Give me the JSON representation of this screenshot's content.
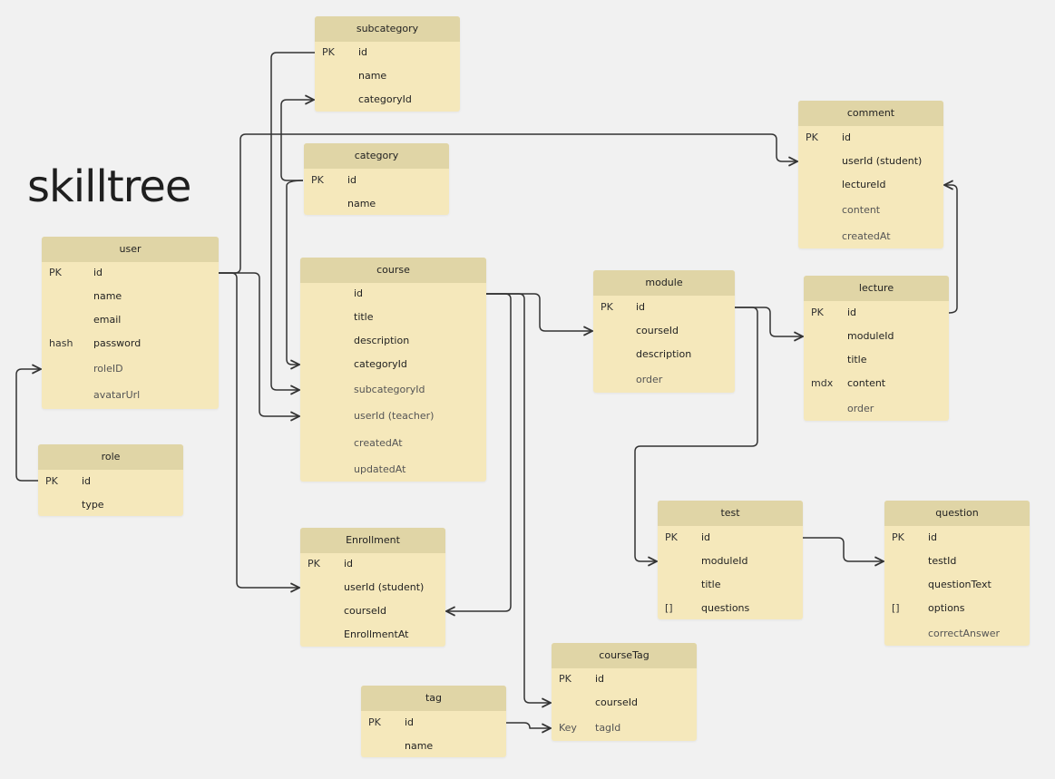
{
  "diagram": {
    "title": "skilltree",
    "line_color": "#333333",
    "header_color": "#e0d5a6",
    "body_color": "#f5e8bb"
  },
  "entities": {
    "subcategory": {
      "name": "subcategory",
      "fields": [
        {
          "key": "PK",
          "name": "id"
        },
        {
          "key": "",
          "name": "name"
        },
        {
          "key": "",
          "name": "categoryId"
        }
      ]
    },
    "category": {
      "name": "category",
      "fields": [
        {
          "key": "PK",
          "name": "id"
        },
        {
          "key": "",
          "name": "name"
        }
      ]
    },
    "user": {
      "name": "user",
      "fields": [
        {
          "key": "PK",
          "name": "id"
        },
        {
          "key": "",
          "name": "name"
        },
        {
          "key": "",
          "name": "email"
        },
        {
          "key": "hash",
          "name": "password"
        },
        {
          "key": "",
          "name": "roleID"
        },
        {
          "key": "",
          "name": "avatarUrl"
        }
      ]
    },
    "role": {
      "name": "role",
      "fields": [
        {
          "key": "PK",
          "name": "id"
        },
        {
          "key": "",
          "name": "type"
        }
      ]
    },
    "course": {
      "name": "course",
      "fields": [
        {
          "key": "",
          "name": "id"
        },
        {
          "key": "",
          "name": "title"
        },
        {
          "key": "",
          "name": "description"
        },
        {
          "key": "",
          "name": "categoryId"
        },
        {
          "key": "",
          "name": "subcategoryId"
        },
        {
          "key": "",
          "name": "userId (teacher)"
        },
        {
          "key": "",
          "name": "createdAt"
        },
        {
          "key": "",
          "name": "updatedAt"
        }
      ]
    },
    "enrollment": {
      "name": "Enrollment",
      "fields": [
        {
          "key": "PK",
          "name": "id"
        },
        {
          "key": "",
          "name": "userId (student)"
        },
        {
          "key": "",
          "name": "courseId"
        },
        {
          "key": "",
          "name": "EnrollmentAt"
        }
      ]
    },
    "tag": {
      "name": "tag",
      "fields": [
        {
          "key": "PK",
          "name": "id"
        },
        {
          "key": "",
          "name": "name"
        }
      ]
    },
    "courseTag": {
      "name": "courseTag",
      "fields": [
        {
          "key": "PK",
          "name": "id"
        },
        {
          "key": "",
          "name": "courseId"
        },
        {
          "key": "Key",
          "name": "tagId"
        }
      ]
    },
    "module": {
      "name": "module",
      "fields": [
        {
          "key": "PK",
          "name": "id"
        },
        {
          "key": "",
          "name": "courseId"
        },
        {
          "key": "",
          "name": "description"
        },
        {
          "key": "",
          "name": "order"
        }
      ]
    },
    "comment": {
      "name": "comment",
      "fields": [
        {
          "key": "PK",
          "name": "id"
        },
        {
          "key": "",
          "name": "userId (student)"
        },
        {
          "key": "",
          "name": "lectureId"
        },
        {
          "key": "",
          "name": "content"
        },
        {
          "key": "",
          "name": "createdAt"
        }
      ]
    },
    "lecture": {
      "name": "lecture",
      "fields": [
        {
          "key": "PK",
          "name": "id"
        },
        {
          "key": "",
          "name": "moduleId"
        },
        {
          "key": "",
          "name": "title"
        },
        {
          "key": "mdx",
          "name": "content"
        },
        {
          "key": "",
          "name": "order"
        }
      ]
    },
    "test": {
      "name": "test",
      "fields": [
        {
          "key": "PK",
          "name": "id"
        },
        {
          "key": "",
          "name": "moduleId"
        },
        {
          "key": "",
          "name": "title"
        },
        {
          "key": "[]",
          "name": "questions"
        }
      ]
    },
    "question": {
      "name": "question",
      "fields": [
        {
          "key": "PK",
          "name": "id"
        },
        {
          "key": "",
          "name": "testId"
        },
        {
          "key": "",
          "name": "questionText"
        },
        {
          "key": "[]",
          "name": "options"
        },
        {
          "key": "",
          "name": "correctAnswer"
        }
      ]
    }
  }
}
